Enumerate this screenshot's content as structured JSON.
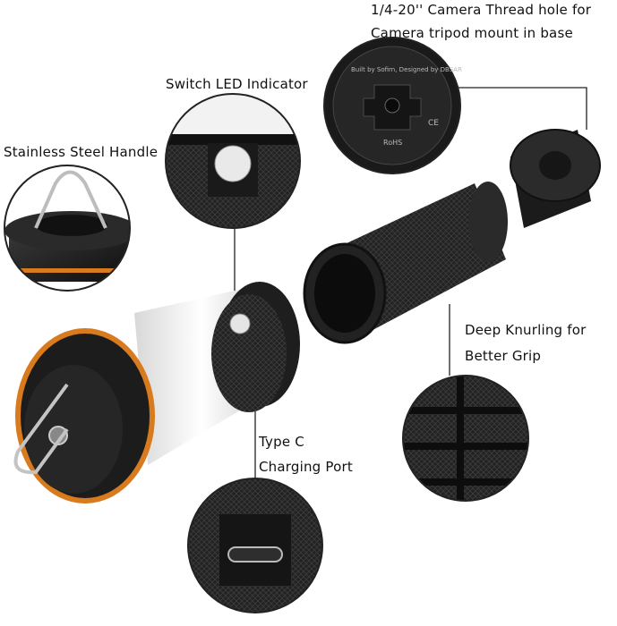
{
  "labels": {
    "camera_thread_line1": "1/4-20'' Camera Thread hole for",
    "camera_thread_line2": "Camera tripod mount in base",
    "switch_led": "Switch LED Indicator",
    "handle": "Stainless Steel Handle",
    "knurling_line1": "Deep Knurling for",
    "knurling_line2": "Better Grip",
    "type_c_line1": "Type C",
    "type_c_line2": "Charging Port"
  },
  "base_engraving": {
    "line1": "Built by Sofirn, Designed by DBSAR",
    "ce": "CE",
    "rohs": "RoHS"
  },
  "colors": {
    "accent_orange": "#d87a1e",
    "body_black": "#1c1c1c",
    "diffuser_white": "#f4f4f4"
  }
}
